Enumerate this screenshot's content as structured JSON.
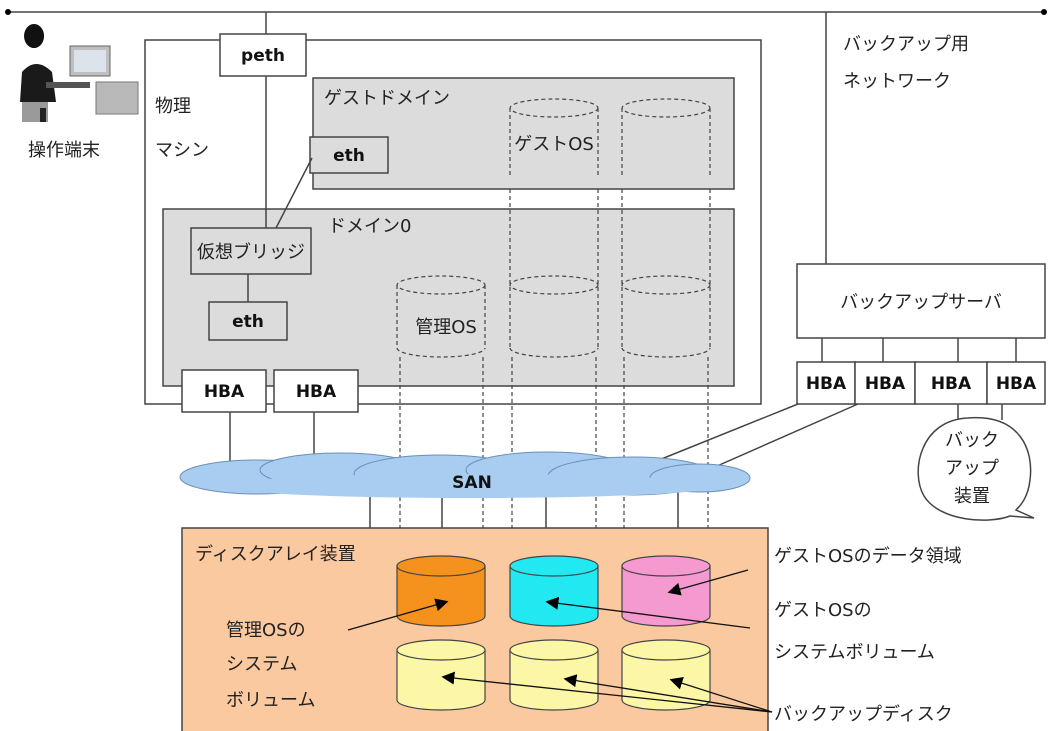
{
  "network": {
    "backup_network_line1": "バックアップ用",
    "backup_network_line2": "ネットワーク"
  },
  "terminal": {
    "label": "操作端末"
  },
  "physical_machine": {
    "label_line1": "物理",
    "label_line2": "マシン",
    "peth": "peth"
  },
  "guest_domain": {
    "label": "ゲストドメイン",
    "eth": "eth",
    "os_label": "ゲストOS"
  },
  "domain0": {
    "label": "ドメイン0",
    "bridge": "仮想ブリッジ",
    "eth": "eth",
    "os_label": "管理OS",
    "hba1": "HBA",
    "hba2": "HBA"
  },
  "backup_server": {
    "label": "バックアップサーバ",
    "hbas": [
      "HBA",
      "HBA",
      "HBA",
      "HBA"
    ]
  },
  "backup_device": {
    "line1": "バック",
    "line2": "アップ",
    "line3": "装置"
  },
  "san": {
    "label": "SAN"
  },
  "disk_array": {
    "label": "ディスクアレイ装置",
    "guest_data_label": "ゲストOSのデータ領域",
    "guest_sys_label_line1": "ゲストOSの",
    "guest_sys_label_line2": "システムボリューム",
    "mgmt_sys_label_line1": "管理OSの",
    "mgmt_sys_label_line2": "システム",
    "mgmt_sys_label_line3": "ボリューム",
    "backup_disk_label": "バックアップディスク"
  },
  "colors": {
    "box_fill": "#dcdcdc",
    "disk_array_fill": "#fbc9a0",
    "san_fill": "#a8cdf0",
    "orange": "#f5921e",
    "cyan": "#22e8f2",
    "pink": "#f59ad0",
    "yellow": "#fbf7a6"
  }
}
